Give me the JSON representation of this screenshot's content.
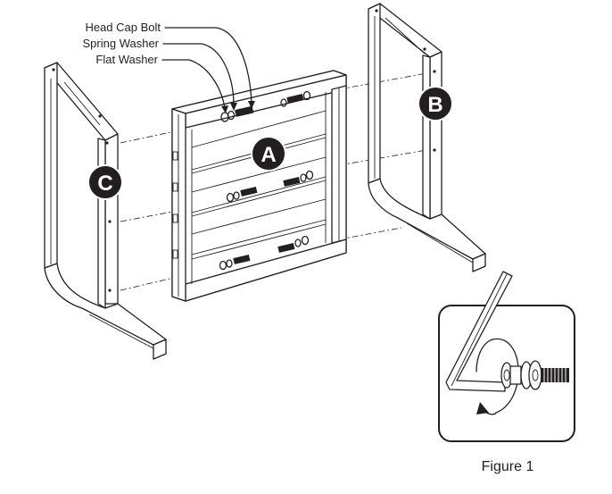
{
  "callouts": {
    "head_cap_bolt": "Head Cap Bolt",
    "spring_washer": "Spring Washer",
    "flat_washer": "Flat Washer"
  },
  "badges": {
    "panel": "A",
    "right_frame": "B",
    "left_frame": "C"
  },
  "figure": {
    "caption": "Figure 1"
  },
  "colors": {
    "ink": "#231f20",
    "badge_fill": "#231f20",
    "badge_text": "#ffffff",
    "background": "#ffffff"
  }
}
